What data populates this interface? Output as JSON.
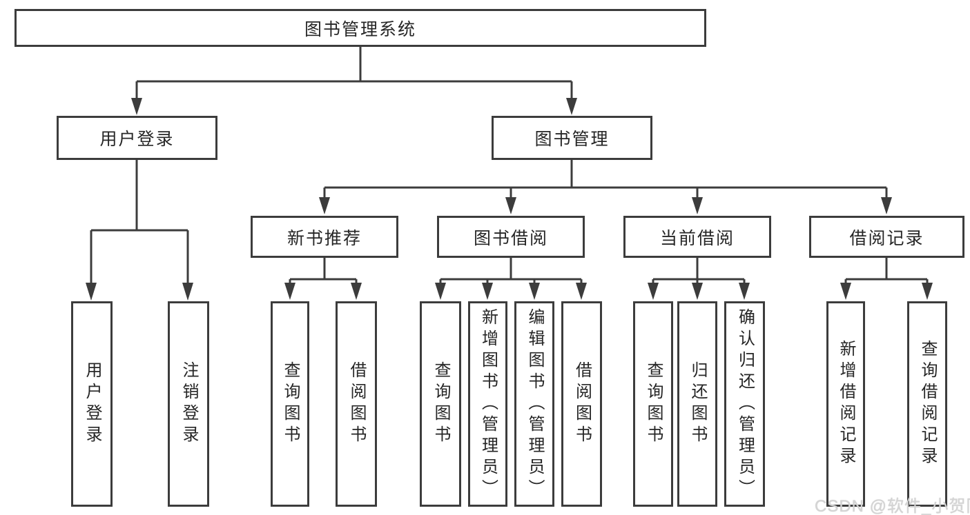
{
  "diagram": {
    "root": {
      "label": "图书管理系统"
    },
    "branches": [
      {
        "label": "用户登录",
        "children": [
          {
            "label": "用户登录"
          },
          {
            "label": "注销登录"
          }
        ]
      },
      {
        "label": "图书管理",
        "children": [
          {
            "label": "新书推荐",
            "children": [
              {
                "label": "查询图书"
              },
              {
                "label": "借阅图书"
              }
            ]
          },
          {
            "label": "图书借阅",
            "children": [
              {
                "label": "查询图书"
              },
              {
                "label": "新增图书（管理员）"
              },
              {
                "label": "编辑图书（管理员）"
              },
              {
                "label": "借阅图书"
              }
            ]
          },
          {
            "label": "当前借阅",
            "children": [
              {
                "label": "查询图书"
              },
              {
                "label": "归还图书"
              },
              {
                "label": "确认归还（管理员）"
              }
            ]
          },
          {
            "label": "借阅记录",
            "children": [
              {
                "label": "新增借阅记录"
              },
              {
                "label": "查询借阅记录"
              }
            ]
          }
        ]
      }
    ]
  },
  "watermark": "CSDN @软件_小贺同学",
  "colors": {
    "line": "#3c3c3c",
    "text": "#262626",
    "background": "#ffffff",
    "watermark": "#d4d4d4"
  }
}
